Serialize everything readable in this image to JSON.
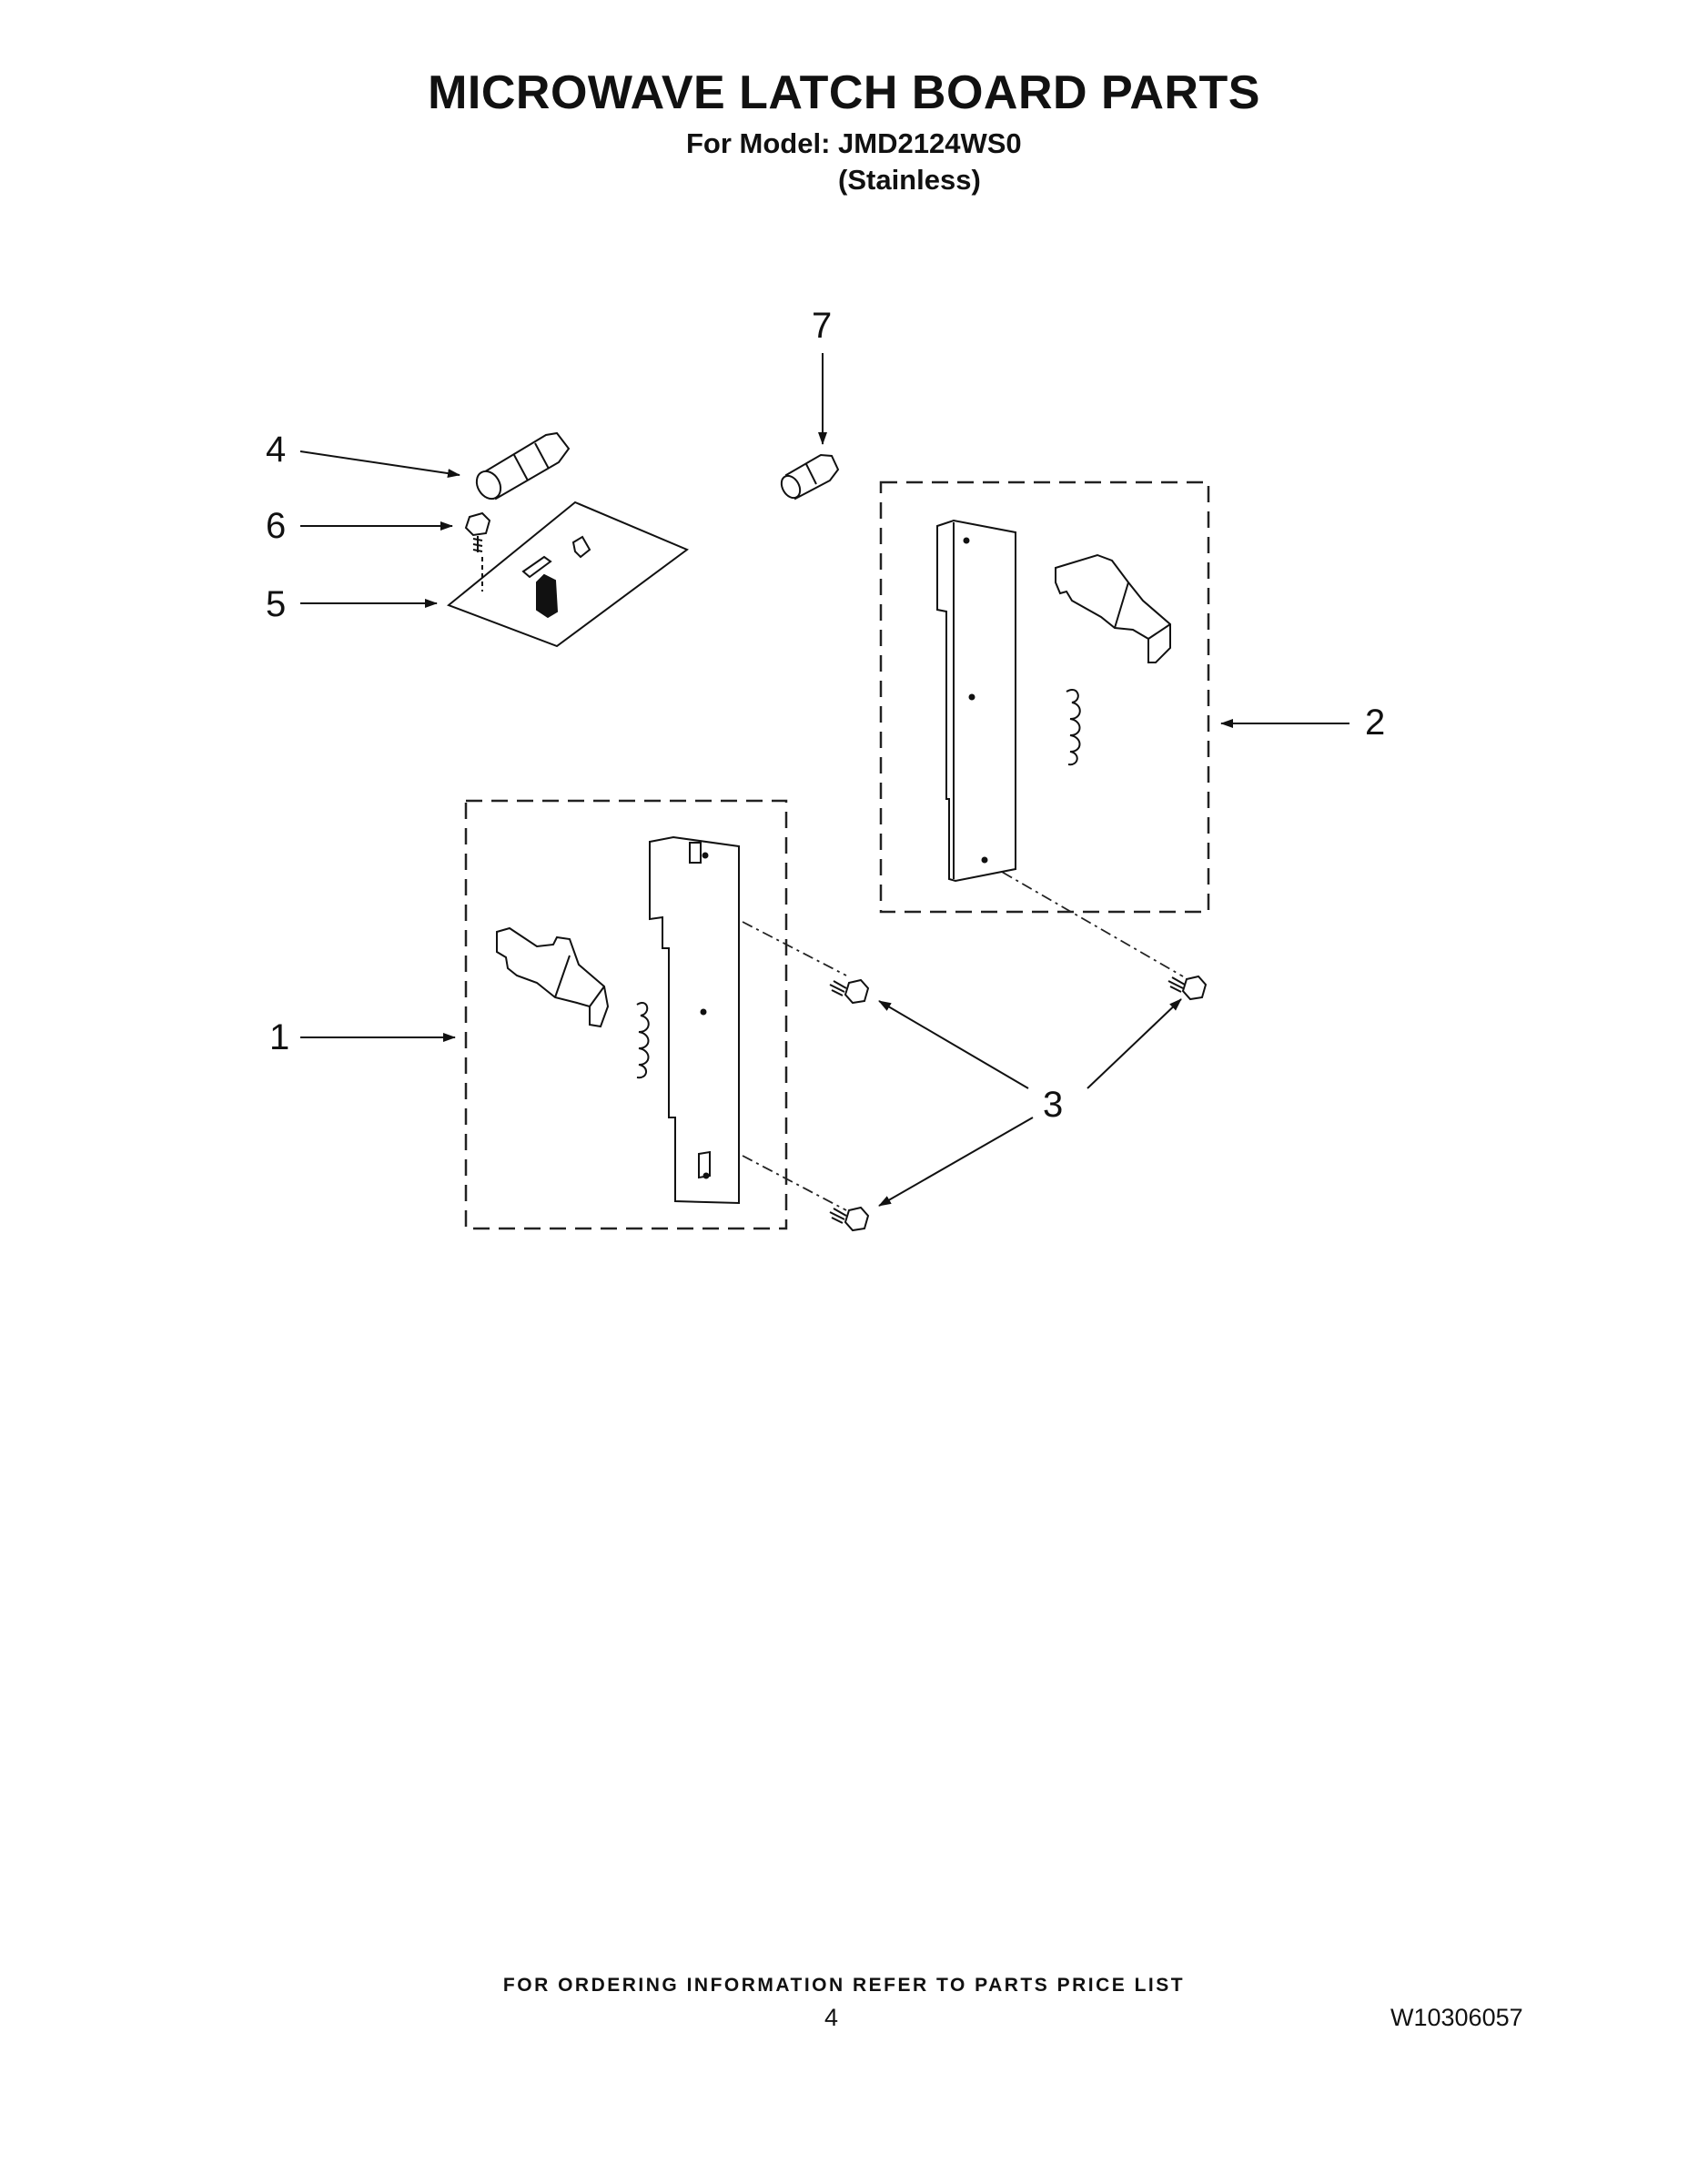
{
  "header": {
    "title": "MICROWAVE LATCH BOARD PARTS",
    "model_line": "For Model: JMD2124WS0",
    "finish_line": "(Stainless)"
  },
  "callouts": [
    "1",
    "2",
    "3",
    "4",
    "5",
    "6",
    "7"
  ],
  "footer": {
    "ordering_note": "FOR ORDERING INFORMATION REFER TO PARTS PRICE LIST",
    "page_number": "4",
    "document_number": "W10306057"
  }
}
